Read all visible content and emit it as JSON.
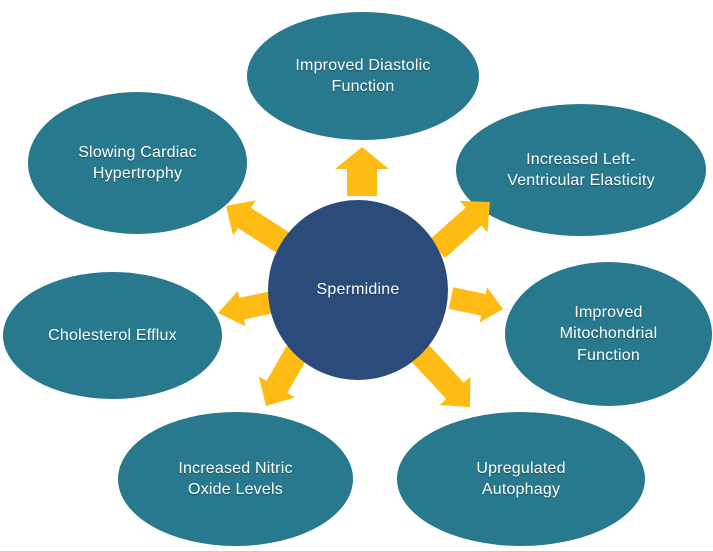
{
  "diagram": {
    "hub": {
      "label": "Spermidine"
    },
    "nodes": [
      {
        "id": "top",
        "label": "Improved Diastolic Function"
      },
      {
        "id": "top-right",
        "label": "Increased Left-Ventricular Elasticity"
      },
      {
        "id": "right",
        "label": "Improved Mitochondrial Function"
      },
      {
        "id": "bottom-right",
        "label": "Upregulated Autophagy"
      },
      {
        "id": "bottom-left",
        "label": "Increased Nitric Oxide Levels"
      },
      {
        "id": "left",
        "label": "Cholesterol Efflux"
      },
      {
        "id": "top-left",
        "label": "Slowing Cardiac Hypertrophy"
      }
    ],
    "colors": {
      "hub": "#2B4C7B",
      "node": "#28798E",
      "arrow": "#FDBB14",
      "text": "#FFFFFF",
      "frame_line": "#CCCCCC"
    }
  }
}
